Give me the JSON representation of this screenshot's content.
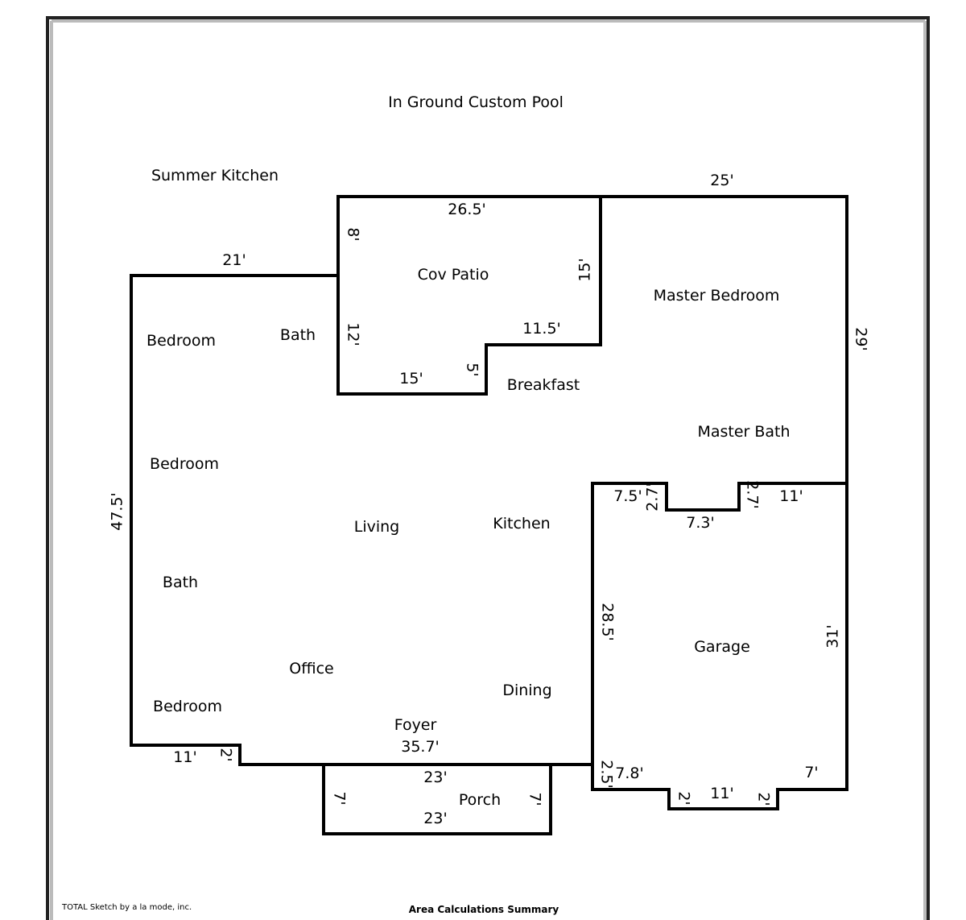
{
  "rooms": {
    "pool": "In Ground Custom Pool",
    "summer_kitchen": "Summer Kitchen",
    "cov_patio": "Cov Patio",
    "master_bedroom": "Master Bedroom",
    "bedroom_1": "Bedroom",
    "bath_1": "Bath",
    "breakfast": "Breakfast",
    "master_bath": "Master Bath",
    "bedroom_2": "Bedroom",
    "living": "Living",
    "kitchen": "Kitchen",
    "bath_2": "Bath",
    "garage": "Garage",
    "office": "Office",
    "dining": "Dining",
    "bedroom_3": "Bedroom",
    "foyer": "Foyer",
    "porch": "Porch"
  },
  "dimensions": {
    "top_right": "25'",
    "patio_top": "26.5'",
    "patio_left_upper": "8'",
    "patio_right": "15'",
    "top_left": "21'",
    "patio_step": "11.5'",
    "patio_left_lower": "12'",
    "patio_bottom": "15'",
    "patio_notch": "5'",
    "right_upper": "29'",
    "left": "47.5'",
    "garage_top_left": "7.5'",
    "garage_notch_left": "2.7'",
    "garage_notch_right": "2.7'",
    "garage_top_right": "11'",
    "garage_notch_bottom": "7.3'",
    "garage_left": "28.5'",
    "garage_right": "31'",
    "front": "35.7'",
    "bottom_left": "11'",
    "bottom_left_step": "2'",
    "porch_top": "23'",
    "porch_left": "7'",
    "porch_right": "7'",
    "porch_bottom": "23'",
    "garage_step": "2.5'",
    "garage_bottom_left": "7.8'",
    "garage_bump_left": "2'",
    "garage_bump_bottom": "11'",
    "garage_bump_right": "2'",
    "garage_bottom_right": "7'"
  },
  "footer": {
    "software": "TOTAL Sketch by a la mode, inc.",
    "summary": "Area Calculations Summary"
  }
}
